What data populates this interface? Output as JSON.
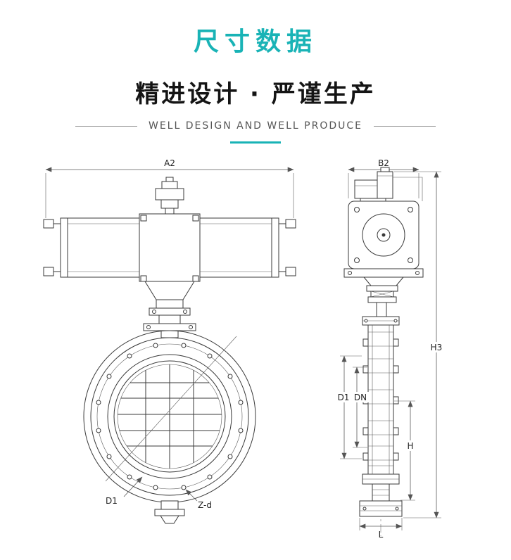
{
  "page": {
    "accent": "#19b3b6",
    "background": "#ffffff"
  },
  "header": {
    "title": "尺寸数据",
    "subtitle": "精进设计 · 严谨生产",
    "tagline": "WELL DESIGN AND WELL PRODUCE"
  },
  "drawing": {
    "front": {
      "a2": "A2",
      "d1": "D1",
      "zd": "Z-d"
    },
    "side": {
      "b2": "B2",
      "h3": "H3",
      "d1": "D1",
      "dn": "DN",
      "h": "H",
      "l": "L"
    }
  }
}
